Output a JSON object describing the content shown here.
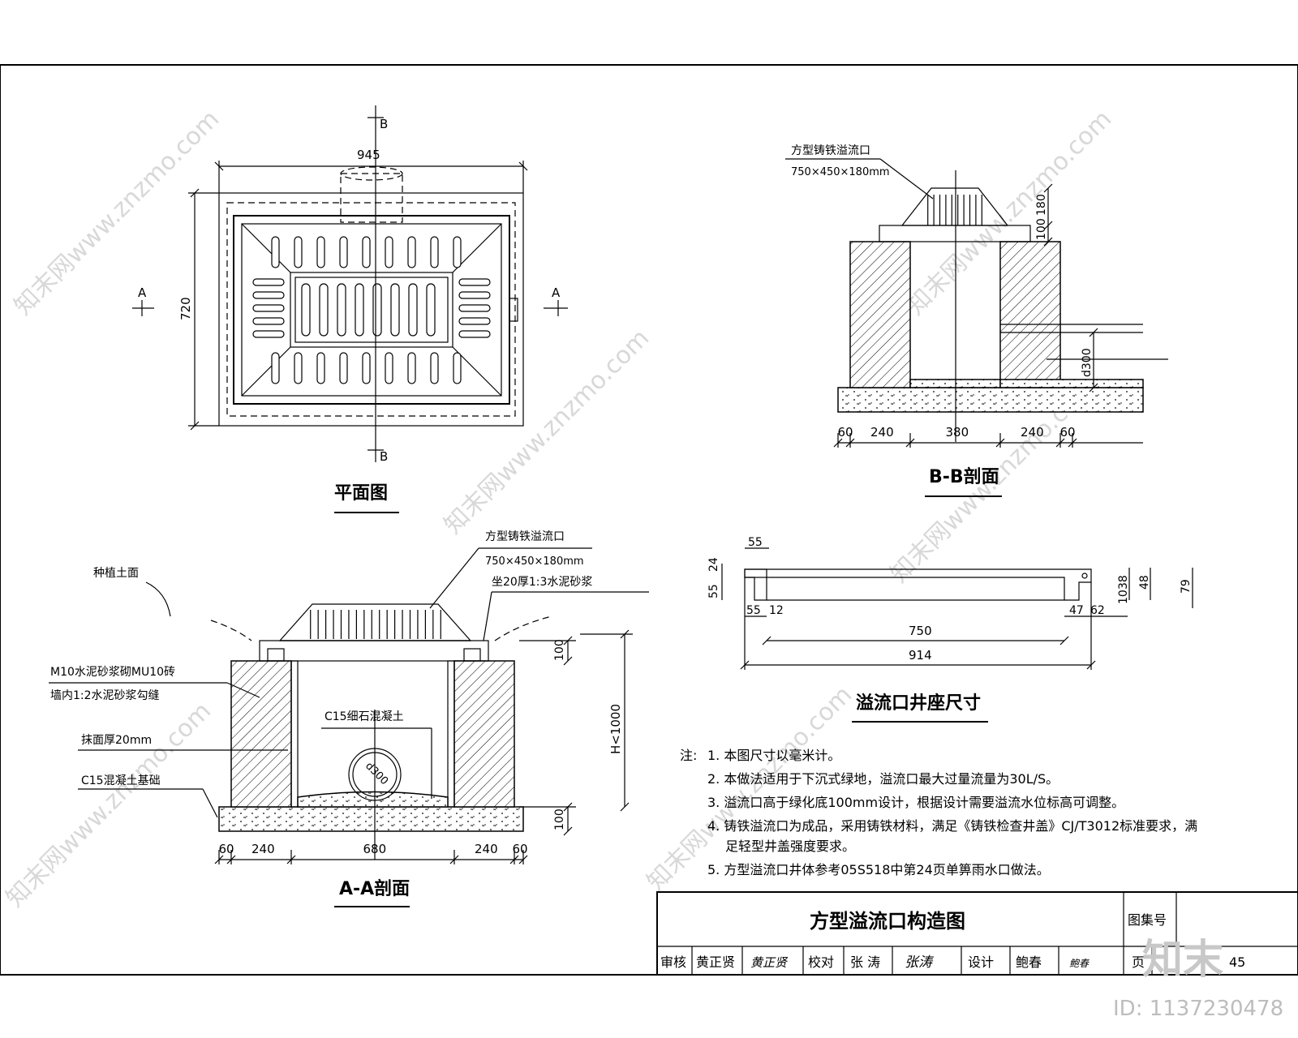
{
  "plan": {
    "title": "平面图",
    "dim_width": "945",
    "dim_height": "720",
    "section_a": "A",
    "section_b": "B"
  },
  "section_bb": {
    "title": "B-B剖面",
    "label_name": "方型铸铁溢流口",
    "label_size": "750×450×180mm",
    "dim_top_180": "180",
    "dim_top_100": "100",
    "pipe": "d300",
    "dims": [
      "60",
      "240",
      "380",
      "240",
      "60"
    ]
  },
  "section_aa": {
    "title": "A-A剖面",
    "label_name": "方型铸铁溢流口",
    "label_size": "750×450×180mm",
    "label_mortar": "坐20厚1:3水泥砂浆",
    "label_soil": "种植土面",
    "label_wall_1": "M10水泥砂浆砌MU10砖",
    "label_wall_2": "墙内1:2水泥砂浆勾缝",
    "label_concrete_fill": "C15细石混凝土",
    "label_plaster": "抹面厚20mm",
    "label_base": "C15混凝土基础",
    "pipe": "d300",
    "dim_top": "100",
    "dim_bottom": "100",
    "dim_height": "H<1000",
    "dims": [
      "60",
      "240",
      "680",
      "240",
      "60"
    ]
  },
  "seat": {
    "title": "溢流口井座尺寸",
    "d55_top": "55",
    "d55_left": "55",
    "d24": "24",
    "d55_bottom": "55",
    "d12": "12",
    "d750": "750",
    "d914": "914",
    "d47": "47",
    "d62": "62",
    "d10": "10",
    "d38": "38",
    "d48": "48",
    "d79": "79"
  },
  "notes": {
    "prefix": "注:",
    "items": [
      "1. 本图尺寸以毫米计。",
      "2. 本做法适用于下沉式绿地，溢流口最大过量流量为30L/S。",
      "3. 溢流口高于绿化底100mm设计，根据设计需要溢流水位标高可调整。",
      "4. 铸铁溢流口为成品，采用铸铁材料，满足《铸铁检查井盖》CJ/T3012标准要求，满",
      "足轻型井盖强度要求。",
      "5. 方型溢流口井体参考05S518中第24页单箅雨水口做法。"
    ]
  },
  "title_block": {
    "title": "方型溢流口构造图",
    "atlas_label": "图集号",
    "page_label": "页",
    "page_value": "45",
    "review_label": "审核",
    "review_name": "黄正贤",
    "review_sign": "黄正贤",
    "check_label": "校对",
    "check_name": "张 涛",
    "check_sign": "张涛",
    "design_label": "设计",
    "design_name": "鲍春",
    "design_sign": "鲍春"
  },
  "watermark": {
    "text": "知末网www.znzmo.com",
    "logo": "知末",
    "id": "ID: 1137230478"
  }
}
